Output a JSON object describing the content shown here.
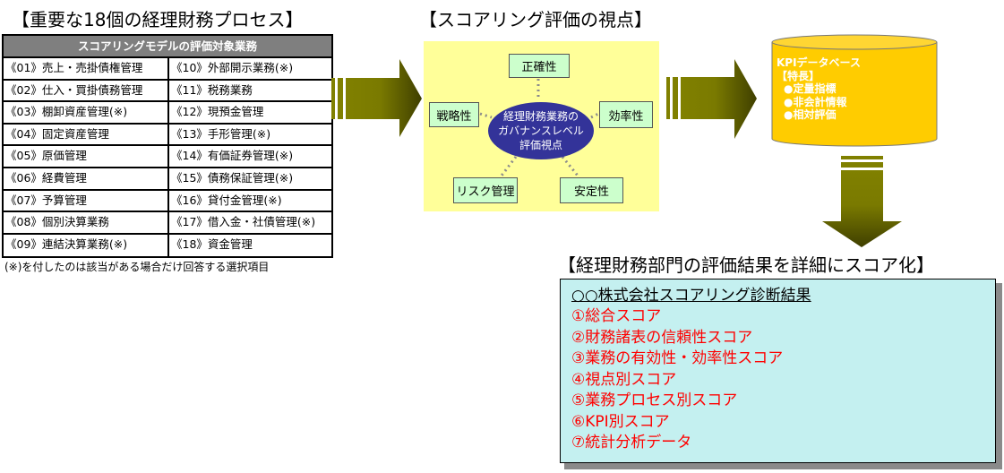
{
  "processes": {
    "title": "【重要な18個の経理財務プロセス】",
    "table_header": "スコアリングモデルの評価対象業務",
    "rows": [
      {
        "left": "《01》売上・売掛債権管理",
        "right": "《10》外部開示業務(※)"
      },
      {
        "left": "《02》仕入・買掛債務管理",
        "right": "《11》税務業務"
      },
      {
        "left": "《03》棚卸資産管理(※)",
        "right": "《12》現預金管理"
      },
      {
        "left": "《04》固定資産管理",
        "right": "《13》手形管理(※)"
      },
      {
        "left": "《05》原価管理",
        "right": "《14》有価証券管理(※)"
      },
      {
        "left": "《06》経費管理",
        "right": "《15》債務保証管理(※)"
      },
      {
        "left": "《07》予算管理",
        "right": "《16》貸付金管理(※)"
      },
      {
        "left": "《08》個別決算業務",
        "right": "《17》借入金・社債管理(※)"
      },
      {
        "left": "《09》連結決算業務(※)",
        "right": "《18》資金管理"
      }
    ],
    "footnote": "(※)を付したのは該当がある場合だけ回答する選択項目"
  },
  "viewpoints": {
    "title": "【スコアリング評価の視点】",
    "center_lines": [
      "経理財務業務の",
      "ガバナンスレベル",
      "評価視点"
    ],
    "items": {
      "accuracy": "正確性",
      "strategy": "戦略性",
      "efficiency": "効率性",
      "risk": "リスク管理",
      "stability": "安定性"
    }
  },
  "kpi_database": {
    "title": "KPIデータベース",
    "feature_label": "【特長】",
    "features": [
      "●定量指標",
      "●非会計情報",
      "●相対評価"
    ]
  },
  "results": {
    "title": "【経理財務部門の評価結果を詳細にスコア化】",
    "box_title": "○○株式会社スコアリング診断結果",
    "items": [
      "①総合スコア",
      "②財務諸表の信頼性スコア",
      "③業務の有効性・効率性スコア",
      "④視点別スコア",
      "⑤業務プロセス別スコア",
      "⑥KPI別スコア",
      "⑦統計分析データ"
    ]
  },
  "colors": {
    "arrow_start": "#808000",
    "arrow_end": "#3f3f00",
    "panel_bg": "#ffff99",
    "box_bg": "#ccffcc",
    "ellipse": "#333399",
    "cylinder": "#ffcc00",
    "result_bg": "#c4f0f0",
    "result_text": "#ff0000",
    "table_header_bg": "#7f7f7f"
  }
}
